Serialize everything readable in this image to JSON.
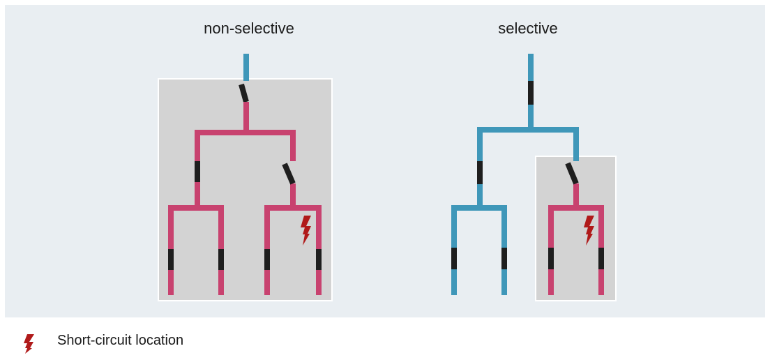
{
  "diagram": {
    "left_title": "non-selective",
    "right_title": "selective"
  },
  "legend": {
    "icon": "lightning-bolt-icon",
    "label": "Short-circuit location"
  },
  "colors": {
    "background_panel": "#e9eef2",
    "affected_area": "#d3d3d3",
    "affected_line": "#c8426f",
    "unaffected_line": "#3f97b9",
    "breaker": "#1e1e1e",
    "fault": "#b01a1a"
  }
}
